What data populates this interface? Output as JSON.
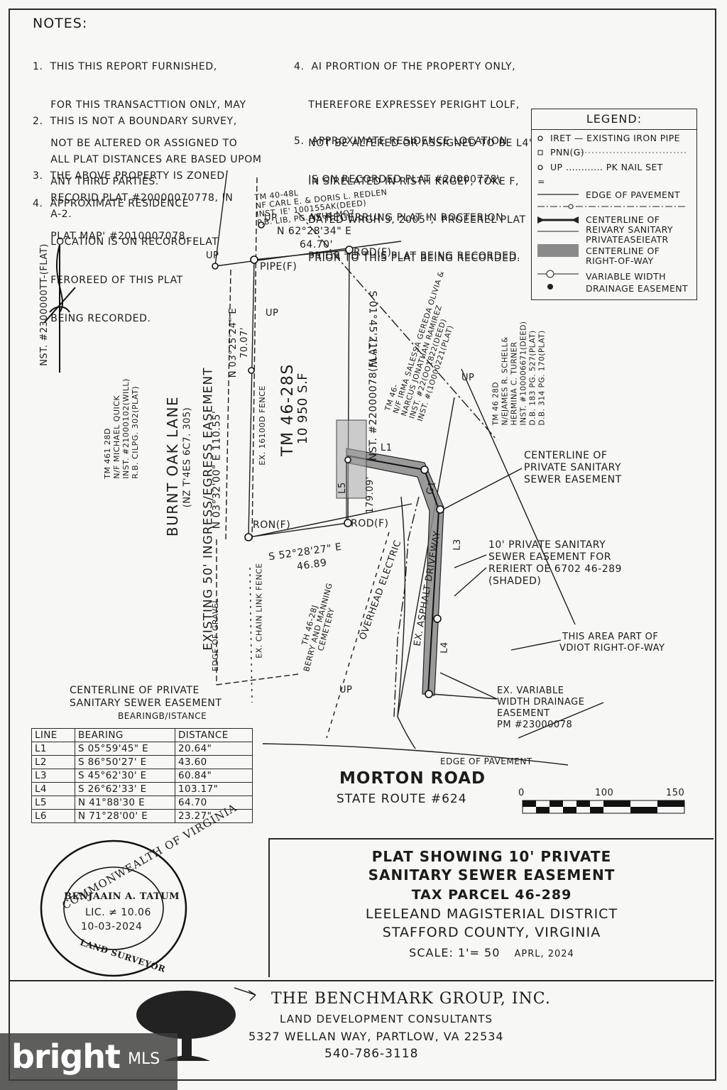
{
  "notes": {
    "heading": "NOTES:",
    "n1": [
      "1.  THIS THIS REPORT FURNISHED,",
      "     FOR THIS TRANSACTTION ONLY, MAY",
      "     NOT BE ALTERED OR ASSIGNED TO",
      "     ANY THIRD PARTIES."
    ],
    "n2": [
      "2.  THIS IS NOT A BOUNDARY SURVEY,",
      "     ALL PLAT DISTANCES ARE BASED UPOM",
      "     RECORID PLAT #20000070778, IN",
      "     PLAT MAP' #2010007078."
    ],
    "n3": [
      "3.  THE ABOVE PROPERTY IS ZONED",
      "     A-2."
    ],
    "n4": [
      "4.  APPROXIMATE RESIDENCE",
      "     LOCATION IS ON RECOROFELAT",
      "     FEROREED OF THIS PLAT",
      "     BEING RECORDED."
    ],
    "n4b": [
      "4.  AI PRORTION OF THE PROPERTY ONLY,",
      "    THEREFORE EXPRESSEY PERIGHT LOLF,",
      "    NOT BE ALTERED OR ASSIGNED TO BE L4\"",
      "    IN SIRELATED IN RISTH KRGEF, TOKE F,",
      "    DATED WRGH 3, 2005\",  PROEEREL PLAT",
      "    PRIOR TO THIS PLAT BEING RECORDED."
    ],
    "n5": [
      "5.  APPROXIMATE RESIDENCE LOCATION",
      "    IS ON RECORDED PLAT #20000778\\",
      "    AS REGERRUNG PLAT IN ROCTERION",
      "    PRIOR TO THIS PLAT BEING RECORDED."
    ]
  },
  "legend": {
    "title": "LEGEND:",
    "rows": [
      "IRET — EXISTING IRON PIPE",
      "PNN(G)",
      "UP ............ PK NAIL SET",
      "=",
      "EDGE OF PAVEMENT",
      "CENTERLINE OF",
      "REIVARY SANITARY",
      "PRIVATEASEIEATR",
      "CENTERLINE OF",
      "RIGHT-OF-WAY",
      "VARIABLE WIDTH",
      "DRAINAGE EASEMENT"
    ]
  },
  "plat": {
    "north_ref": "NST. #2300000TT-(FLAT)",
    "tm_top": [
      "TM 40-48L",
      "NF CARL E. & DORIS L. REDLEN",
      "INST. IE' 100155AK(DEED)",
      "P.B. LIB, PG. VKU4.MO7"
    ],
    "bearing_top": "N 62°28'34\" E",
    "dist_top": "64.70'",
    "bearing_left_upper": "N 03°25'24\" E",
    "dist_left_upper": "70.07'",
    "bearing_left_lower": "N 03°32'00\" E      110.55'",
    "bearing_right": "S 01°45'21\" W",
    "bearing_bottom": "S 52°28'27\" E",
    "dist_bottom": "46.89",
    "pipe_label": "PIPE(F)",
    "rod_top": "ROD(F)",
    "ron_label": "RON(F)",
    "rod_bottom": "ROD(F)",
    "up": "UP",
    "parcel": "TM 46-28S",
    "area": "10 950 S.F",
    "inst": "NST. #22000078(FLAT)",
    "road_name": "BURNT OAK LANE",
    "easement": "EXISTING 50' INGRESS/EGRESS EASEMENT",
    "easement_ref": "(NZ T'4ES 6C7. 305)",
    "fence1": "EX. 16100D FENCE",
    "fence2": "EX. CHAIN LINK FENCE",
    "edge_gravel": "EDGE OF GRAVEL",
    "tm_left": [
      "TM 461 28D",
      "N/F MICHAEL QUICK",
      "INST. #21000102(WILL)",
      "R.B. CILPG. 302(PLAT)"
    ],
    "tm_mid": [
      "TM 46-",
      "N/F IRMA SALESSA GEREDA OLIVIA &",
      "NARCUS JONATHAN RAMIREZ",
      "INST. #22(OO1822(DEED)",
      "INST. #(1O000221(PLAT)"
    ],
    "tm_right": [
      "TM 46 28D",
      "N/EJAMES R. SCHELL&",
      "HERMINA C. TURNER",
      "INST. #100006671(DEED)",
      "D.B. 183 PG. 527(PLAT)",
      "D.B. 314 PG. 170(PLAT)"
    ],
    "cemetery": [
      "TH 46-28J",
      "BERRY AND MANNING",
      "CEMETERY"
    ],
    "electric": "OVERHEAD ELECTRIC",
    "driveway": "EX. ASPHALT DRIVEWAY",
    "l1": "L1",
    "g1": "G1",
    "l3": "L3",
    "l4": "L4",
    "l5": "L5",
    "dist_179": "179.09'",
    "cl_callout": [
      "CENTERLINE OF",
      "PRIVATE SANITARY",
      "SEWER EASEMENT"
    ],
    "shaded_callout": [
      "10' PRIVATE SANITARY",
      "SEWER EASEMENT FOR",
      "RERIERT OE 6702 46-289",
      "(SHADED)"
    ],
    "vdot_callout": [
      "THIS AREA PART OF",
      "VDIOT  RIGHT-OF-WAY"
    ],
    "drain_callout": [
      "EX.  VARIABLE",
      "WIDTH DRAINAGE",
      "EASEMENT",
      "PM #23000078"
    ],
    "edge_pavement": "EDGE OF PAVEMENT",
    "morton": "MORTON ROAD",
    "route": "STATE ROUTE #624",
    "scale_labels": [
      "0",
      "100",
      "150"
    ]
  },
  "bearing_table": {
    "caption": [
      "CENTERLINE OF PRIVATE",
      "SANITARY SEWER EASEMENT",
      "BEARINGB/ISTANCE"
    ],
    "headers": [
      "LINE",
      "BEARING",
      "DISTANCE"
    ],
    "rows": [
      [
        "L1",
        "S  05°59'45\"  E",
        "20.64\""
      ],
      [
        "L2",
        "S  86°50'27'  E",
        "43.60"
      ],
      [
        "L3",
        "S  45°62'30'  E",
        "60.84\""
      ],
      [
        "L4",
        "S  26°62'33'  E",
        "103.17\""
      ],
      [
        "L5",
        "N  41°88'30   E",
        "64.70"
      ],
      [
        "L6",
        "N  71°28'00'  E",
        "23.27\""
      ]
    ]
  },
  "seal": {
    "ring": "COMMONWEALTH OF VIRGINIA",
    "name": "BENJAAIN A. TATUM",
    "lic": "LIC. ≠ 10.06",
    "date": "10-03-2024",
    "bottom": "LAND SURVEYOR"
  },
  "title_block": {
    "line1": "PLAT SHOWING 10' PRIVATE",
    "line2": "SANITARY SEWER EASEMENT",
    "line3": "TAX PARCEL 46-289",
    "line4": "LEELEAND MAGISTERIAL DISTRICT",
    "line5": "STAFFORD COUNTY, VIRGINIA",
    "scale": "SCALE:  1'= 50",
    "date": "APRL, 2024"
  },
  "footer": {
    "company": "THE BENCHMARK GROUP, INC.",
    "tagline": "LAND DEVELOPMENT CONSULTANTS",
    "address": "5327 WELLAN WAY, PARTLOW, VA 22534",
    "phone": "540-786-3118"
  },
  "watermark": {
    "brand": "bright",
    "suffix": "MLS"
  }
}
